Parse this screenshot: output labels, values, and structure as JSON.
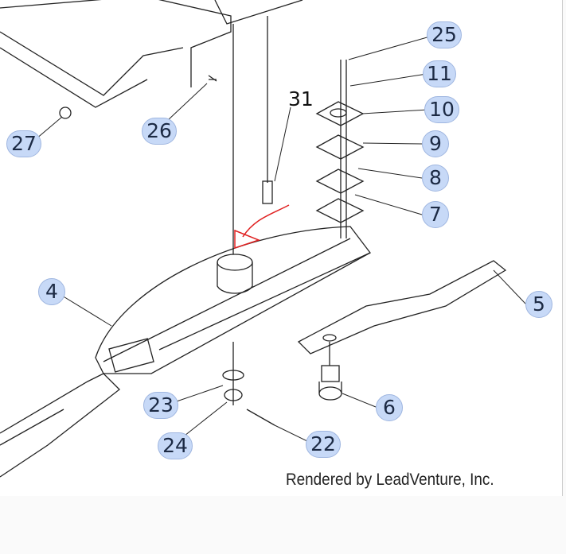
{
  "diagram": {
    "callouts": [
      "25",
      "11",
      "10",
      "9",
      "8",
      "7",
      "5",
      "6",
      "22",
      "24",
      "23",
      "4",
      "27",
      "26"
    ],
    "plain_label": "31",
    "credit": "Rendered by LeadVenture, Inc.",
    "colors": {
      "bubble": "#c7d9f7",
      "annotation": "#e02020"
    }
  }
}
